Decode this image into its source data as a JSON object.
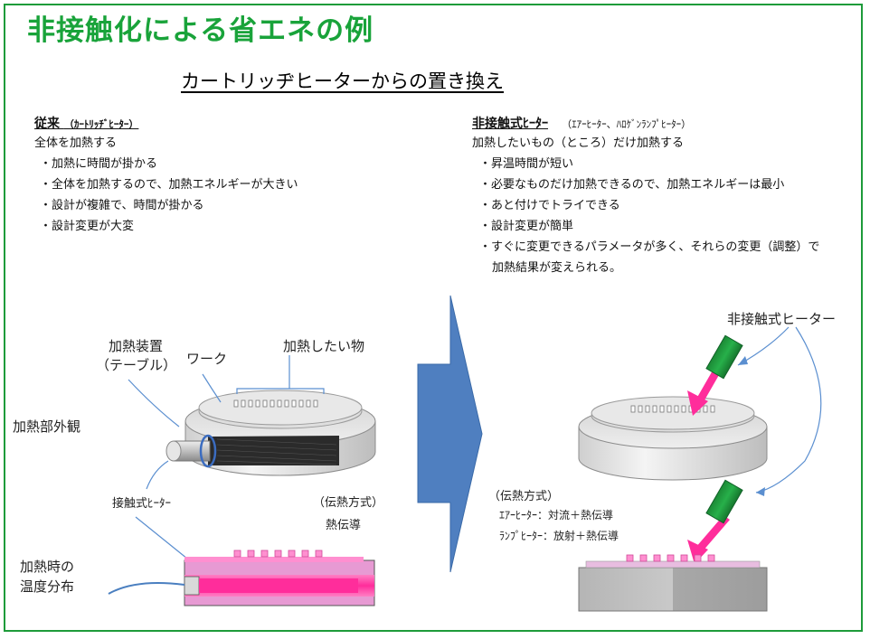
{
  "title": "非接触化による省エネの例",
  "subtitle": "カートリッヂヒーターからの置き換え",
  "left": {
    "heading_main": "従来",
    "heading_sub": "（ｶｰﾄﾘｯﾁﾞﾋｰﾀｰ）",
    "summary": "全体を加熱する",
    "points": [
      "・加熱に時間が掛かる",
      "・全体を加熱するので、加熱エネルギーが大きい",
      "・設計が複雑で、時間が掛かる",
      "・設計変更が大変"
    ]
  },
  "right": {
    "heading_main": "非接触式ﾋｰﾀｰ",
    "heading_note": "（ｴｱｰﾋｰﾀｰ、ﾊﾛｹﾞﾝﾗﾝﾌﾟﾋｰﾀｰ）",
    "summary": "加熱したいもの（ところ）だけ加熱する",
    "points": [
      "・昇温時間が短い",
      "・必要なものだけ加熱できるので、加熱エネルギーは最小",
      "・あと付けでトライできる",
      "・設計変更が簡単",
      "・すぐに変更できるパラメータが多く、それらの変更（調整）で",
      "加熱結果が変えられる。"
    ]
  },
  "labels": {
    "heating_device_1": "加熱装置",
    "heating_device_2": "（テーブル）",
    "work": "ワーク",
    "target": "加熱したい物",
    "exterior": "加熱部外観",
    "contact_heater": "接触式ﾋｰﾀｰ",
    "left_method_title": "（伝熱方式）",
    "left_method": "熱伝導",
    "temp_dist_1": "加熱時の",
    "temp_dist_2": "温度分布",
    "noncontact_heater": "非接触式ヒーター",
    "right_method_title": "（伝熱方式）",
    "air_heater": "ｴｱｰﾋｰﾀｰ：対流＋熱伝導",
    "lamp_heater": "ﾗﾝﾌﾟﾋｰﾀｰ：放射＋熱伝導"
  },
  "colors": {
    "title_green": "#19a33a",
    "frame_green": "#1e9b3a",
    "arrow_blue": "#4f7fc0",
    "heater_green": "#1f9a3d",
    "heat_pink": "#ff2d9b",
    "callout_blue": "#5b8fd0"
  }
}
